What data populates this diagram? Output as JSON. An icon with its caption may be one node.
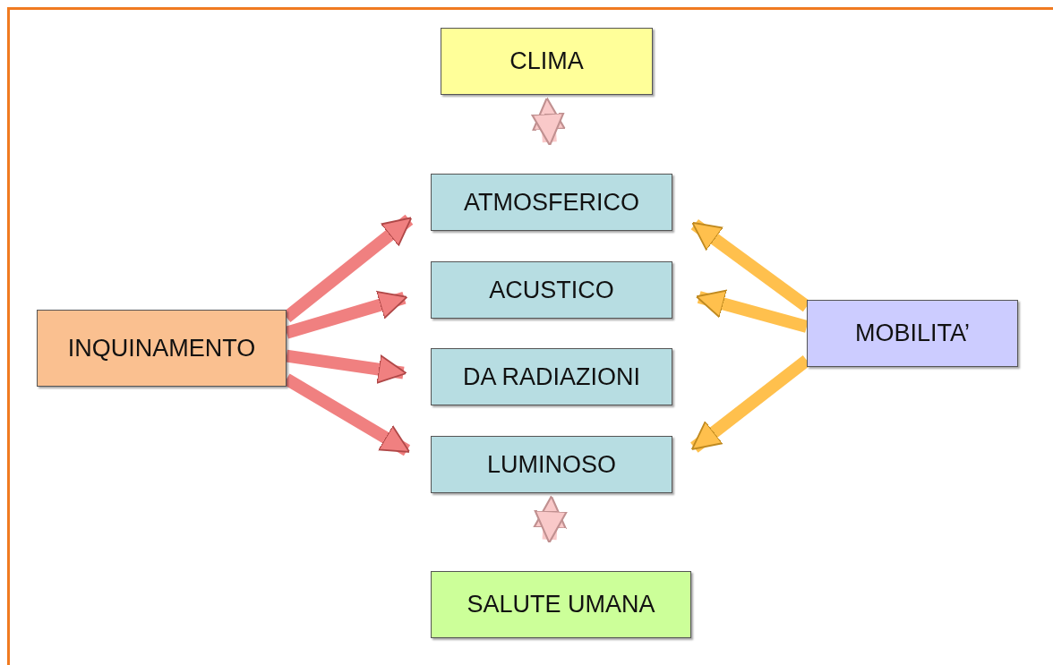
{
  "diagram": {
    "nodes": [
      {
        "text": [
          "CLIMA"
        ]
      },
      {
        "text": [
          "ATMOSFERICO"
        ]
      },
      {
        "text": [
          "ACUSTICO"
        ]
      },
      {
        "text": [
          "DA RADIAZIONI"
        ]
      },
      {
        "text": [
          "LUMINOSO"
        ]
      },
      {
        "text": [
          "SALUTE UMANA"
        ]
      },
      {
        "text": [
          "INQUINAMENTO"
        ]
      },
      {
        "text": [
          "MOBILITA’"
        ]
      }
    ],
    "edges": [
      {
        "from": 0,
        "to": 1,
        "arrow": "both",
        "color": "#f9c9c9"
      },
      {
        "from": 6,
        "to": 1,
        "arrow": "to"
      },
      {
        "from": 6,
        "to": 2,
        "arrow": "to"
      },
      {
        "from": 6,
        "to": 3,
        "arrow": "to"
      },
      {
        "from": 6,
        "to": 4,
        "arrow": "to"
      },
      {
        "from": 7,
        "to": 1,
        "arrow": "to",
        "color": "#ffc04d"
      },
      {
        "from": 7,
        "to": 2,
        "arrow": "to",
        "color": "#ffc04d"
      },
      {
        "from": 7,
        "to": 4,
        "arrow": "to",
        "color": "#ffc04d"
      },
      {
        "from": 4,
        "to": 5,
        "arrow": "both",
        "color": "#f9c9c9"
      }
    ]
  }
}
